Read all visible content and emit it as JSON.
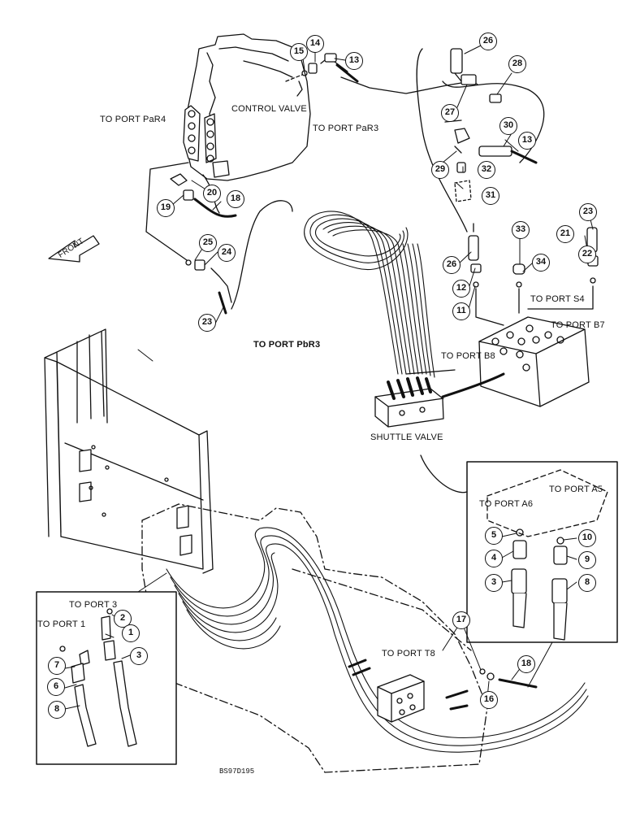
{
  "labels": {
    "to_port_par4": "TO PORT PaR4",
    "control_valve": "CONTROL VALVE",
    "to_port_par3": "TO PORT PaR3",
    "front": "FRONT",
    "to_port_pbr3": "TO PORT PbR3",
    "to_port_s4": "TO PORT S4",
    "to_port_b7": "TO PORT B7",
    "to_port_b8": "TO PORT B8",
    "shuttle_valve": "SHUTTLE VALVE",
    "to_port_a6": "TO PORT A6",
    "to_port_a5": "TO PORT A5",
    "to_port_3": "TO PORT 3",
    "to_port_1": "TO PORT 1",
    "to_port_t8": "TO PORT T8"
  },
  "document_id": "BS97D195",
  "callouts": {
    "c14": "14",
    "c15": "15",
    "c13a": "13",
    "c26a": "26",
    "c28": "28",
    "c27": "27",
    "c30": "30",
    "c13b": "13",
    "c29": "29",
    "c32": "32",
    "c31": "31",
    "c20": "20",
    "c19": "19",
    "c18a": "18",
    "c25": "25",
    "c24": "24",
    "c23a": "23",
    "c23b": "23",
    "c33": "33",
    "c21": "21",
    "c22": "22",
    "c34": "34",
    "c26b": "26",
    "c12": "12",
    "c11": "11",
    "c5": "5",
    "c4": "4",
    "c3a": "3",
    "c10": "10",
    "c9": "9",
    "c8a": "8",
    "c2": "2",
    "c1": "1",
    "c3b": "3",
    "c7": "7",
    "c6": "6",
    "c8b": "8",
    "c17": "17",
    "c18b": "18",
    "c16": "16"
  }
}
